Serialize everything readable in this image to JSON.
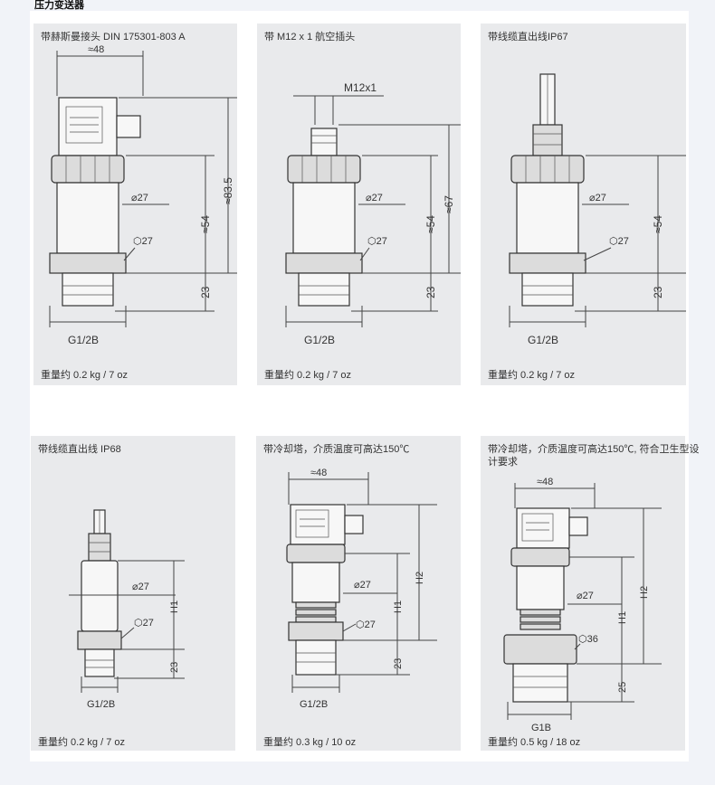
{
  "header": {
    "title": "压力变送器"
  },
  "cards": [
    {
      "title": "带赫斯曼接头 DIN 175301-803 A",
      "weight": "重量约 0.2 kg / 7 oz",
      "dims": {
        "width": "≈48",
        "diameter": "⌀27",
        "hex": "⬡27",
        "body_len": "≈54",
        "total_len": "≈83.5",
        "thread_len": "23",
        "thread": "G1/2B"
      }
    },
    {
      "title": "带 M12 x 1 航空插头",
      "weight": "重量约 0.2 kg / 7 oz",
      "dims": {
        "connector": "M12x1",
        "diameter": "⌀27",
        "hex": "⬡27",
        "body_len": "≈54",
        "total_len": "≈67",
        "thread_len": "23",
        "thread": "G1/2B"
      }
    },
    {
      "title": "带线缆直出线IP67",
      "weight": "重量约 0.2 kg / 7 oz",
      "dims": {
        "diameter": "⌀27",
        "hex": "⬡27",
        "body_len": "≈54",
        "thread_len": "23",
        "thread": "G1/2B"
      }
    },
    {
      "title": "带线缆直出线 IP68",
      "weight": "重量约 0.2 kg / 7 oz",
      "dims": {
        "diameter": "⌀27",
        "hex": "⬡27",
        "h1": "H1",
        "thread_len": "23",
        "thread": "G1/2B"
      }
    },
    {
      "title": "带冷却塔，介质温度可高达150℃",
      "weight": "重量约 0.3 kg / 10 oz",
      "dims": {
        "width": "≈48",
        "diameter": "⌀27",
        "hex": "⬡27",
        "h1": "H1",
        "h2": "H2",
        "thread_len": "23",
        "thread": "G1/2B"
      }
    },
    {
      "title": "带冷却塔，介质温度可高达150℃, 符合卫生型设计要求",
      "weight": "重量约 0.5 kg / 18 oz",
      "dims": {
        "width": "≈48",
        "diameter": "⌀27",
        "hex": "⬡36",
        "h1": "H1",
        "h2": "H2",
        "thread_len": "25",
        "thread": "G1B"
      }
    }
  ]
}
